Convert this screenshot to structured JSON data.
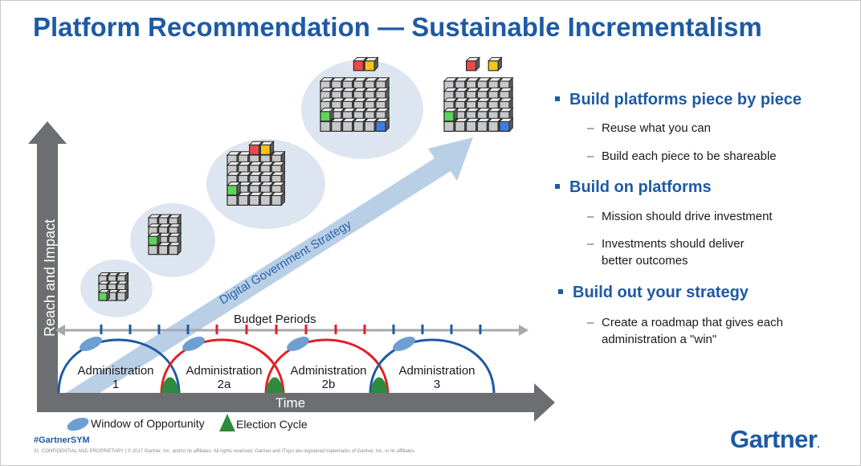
{
  "title": "Platform Recommendation — Sustainable Incrementalism",
  "diagram": {
    "y_axis_label": "Reach and Impact",
    "x_axis_label": "Time",
    "strategy_label": "Digital Government Strategy",
    "budget_label": "Budget Periods",
    "administrations": [
      {
        "name": "Administration",
        "number": "1",
        "color": "#1d5aa4"
      },
      {
        "name": "Administration",
        "number": "2a",
        "color": "#e31e24"
      },
      {
        "name": "Administration",
        "number": "2b",
        "color": "#e31e24"
      },
      {
        "name": "Administration",
        "number": "3",
        "color": "#1d5aa4"
      }
    ],
    "legend": {
      "window": "Window of Opportunity",
      "election": "Election Cycle"
    },
    "colors": {
      "blue": "#1d5aa4",
      "red": "#e31e24",
      "green": "#2e8b3e",
      "axis_gray": "#6d6e71",
      "arrow_light_blue": "#b9cfe6",
      "bubble": "#dde6f0"
    }
  },
  "bullets": [
    {
      "heading": "Build platforms piece by piece",
      "subs": [
        "Reuse what you can",
        "Build each piece to be shareable"
      ]
    },
    {
      "heading": "Build on platforms",
      "subs": [
        "Mission should drive investment",
        "Investments should deliver better outcomes"
      ]
    },
    {
      "heading": "Build out your strategy",
      "subs": [
        "Create a roadmap that gives each administration a \"win\""
      ]
    }
  ],
  "footer": {
    "hashtag": "#GartnerSYM",
    "page": "31",
    "legal": "CONFIDENTIAL AND PROPRIETARY  |  © 2017 Gartner, Inc. and/or its affiliates. All rights reserved. Gartner and ITxpo are registered trademarks of Gartner, Inc. or its affiliates.",
    "logo": "Gartner",
    "logo_dot": "."
  }
}
